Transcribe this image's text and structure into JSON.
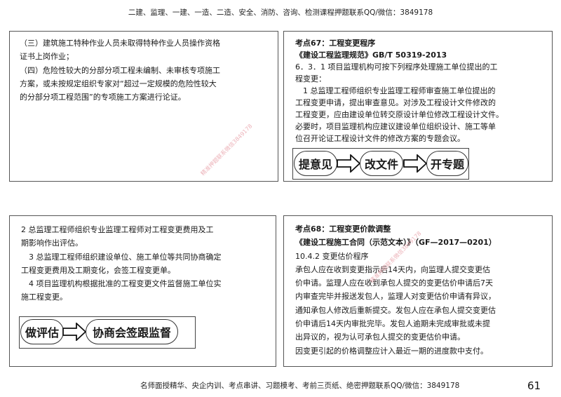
{
  "header": "二建、监理、一建、一造、二造、安全、消防、咨询、检测课程押题联系QQ/微信：3849178",
  "footer": "名师面授精华、央企内训、考点串讲、习题模考、考前三页纸、绝密押题联系QQ/微信：3849178",
  "page_number": "61",
  "watermark": "精准押题联系微信3849178",
  "panels": {
    "top_left": {
      "lines": [
        "（三）建筑施工特种作业人员未取得特种作业人员操作资格",
        "证书上岗作业；",
        "（四）危险性较大的分部分项工程未编制、未审核专项施工",
        "方案，或未按规定组织专家对“超过一定规模的危险性较大",
        "的分部分项工程范围”的专项施工方案进行论证。"
      ]
    },
    "top_right": {
      "title": "考点67：工程变更程序",
      "subtitle": "《建设工程监理规范》GB/T 50319-2013",
      "lines": [
        "6．3．1 项目监理机构可按下列程序处理施工单位提出的工",
        "程变更：",
        "　1 总监理工程师组织专业监理工程师审查施工单位提出的",
        "工程变更申请，提出审查意见。对涉及工程设计文件修改的",
        "工程变更，应由建设单位转交原设计单位修改工程设计文件。",
        "必要时，项目监理机构应建议建设单位组织设计、施工等单",
        "位召开论证工程设计文件的修改方案的专题会议。"
      ],
      "flow": [
        "提意见",
        "改文件",
        "开专题"
      ]
    },
    "bottom_left": {
      "lines": [
        " 2 总监理工程师组织专业监理工程师对工程变更费用及工",
        "期影响作出评估。",
        "　3 总监理工程师组织建设单位、施工单位等共同协商确定",
        "工程变更费用及工期变化，会签工程变更单。",
        "　4 项目监理机构根据批准的工程变更文件监督施工单位实",
        "施工程变更。"
      ],
      "flow": [
        "做评估",
        "协商会签跟监督"
      ]
    },
    "bottom_right": {
      "title": "考点68：工程变更价款调整",
      "subtitle": "《建设工程施工合同（示范文本）》（GF—2017—0201）",
      "lines": [
        "10.4.2 变更估价程序",
        "承包人应在收到变更指示后14天内，向监理人提交变更估",
        "价申请。监理人应在收到承包人提交的变更估价申请后7天",
        "内审查完毕并报送发包人，监理人对变更估价申请有异议，",
        "通知承包人修改后重新提交。发包人应在承包人提交变更估",
        "价申请后14天内审批完毕。发包人逾期未完成审批或未提",
        "出异议的，视为认可承包人提交的变更估价申请。",
        "因变更引起的价格调整应计入最近一期的进度款中支付。"
      ]
    }
  }
}
